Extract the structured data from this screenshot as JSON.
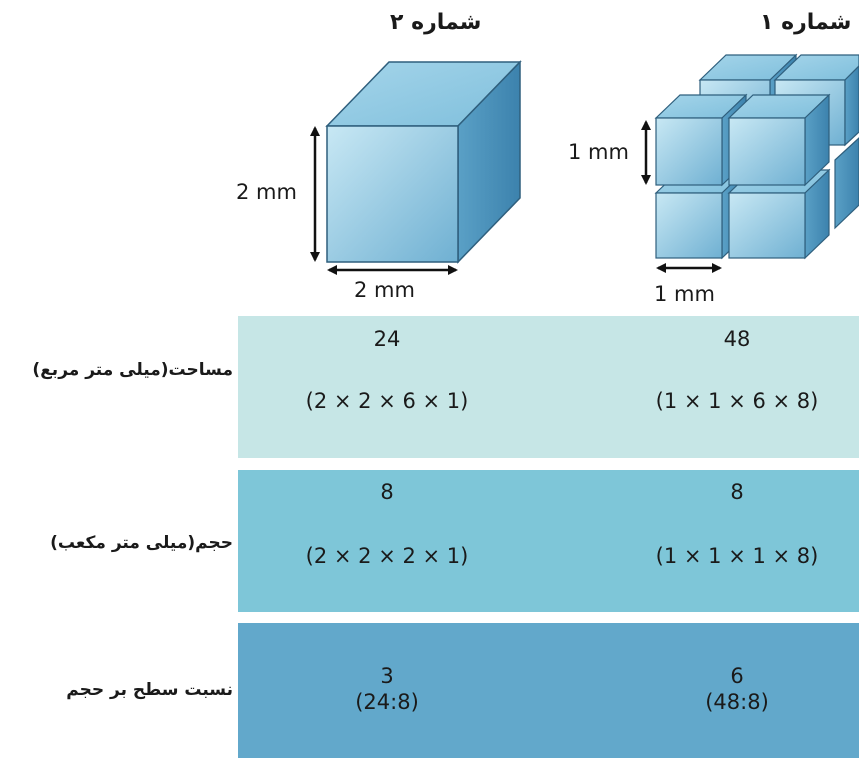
{
  "figure": {
    "column2_header": "شماره ۲",
    "column1_header": "شماره ۱",
    "cube2_height_label": "2 mm",
    "cube2_width_label": "2 mm",
    "cube1_height_label": "1 mm",
    "cube1_width_label": "1 mm"
  },
  "table": {
    "rows": [
      {
        "label": "مساحت(میلی متر مربع)",
        "col2_value": "24",
        "col2_formula": "(2 × 2 × 6 × 1)",
        "col1_value": "48",
        "col1_formula": "(1 × 1 × 6 × 8)",
        "color": "#c6e6e6"
      },
      {
        "label": "حجم(میلی متر مکعب)",
        "col2_value": "8",
        "col2_formula": "(2 × 2 × 2 × 1)",
        "col1_value": "8",
        "col1_formula": "(1 × 1 × 1 × 8)",
        "color": "#7ec6d8"
      },
      {
        "label": "نسبت سطح بر حجم",
        "col2_value": "3",
        "col2_formula": "(24:8)",
        "col1_value": "6",
        "col1_formula": "(48:8)",
        "color": "#62a8cb"
      }
    ]
  }
}
